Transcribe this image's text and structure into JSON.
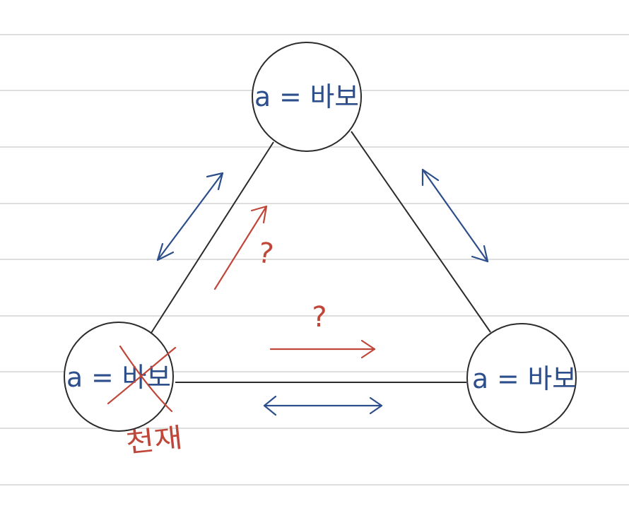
{
  "nodes": {
    "top": {
      "label": "a = 바보"
    },
    "left": {
      "label": "a = 바보",
      "corrected_label": "천재"
    },
    "right": {
      "label": "a = 바보"
    }
  },
  "edges": {
    "left_top_red": {
      "label": "?"
    },
    "left_right_red": {
      "label": "?"
    }
  },
  "colors": {
    "ink": "#2b2b2b",
    "blue": "#2c4f8c",
    "red": "#c0463a",
    "ruled_lines": "#d4d4d4"
  }
}
